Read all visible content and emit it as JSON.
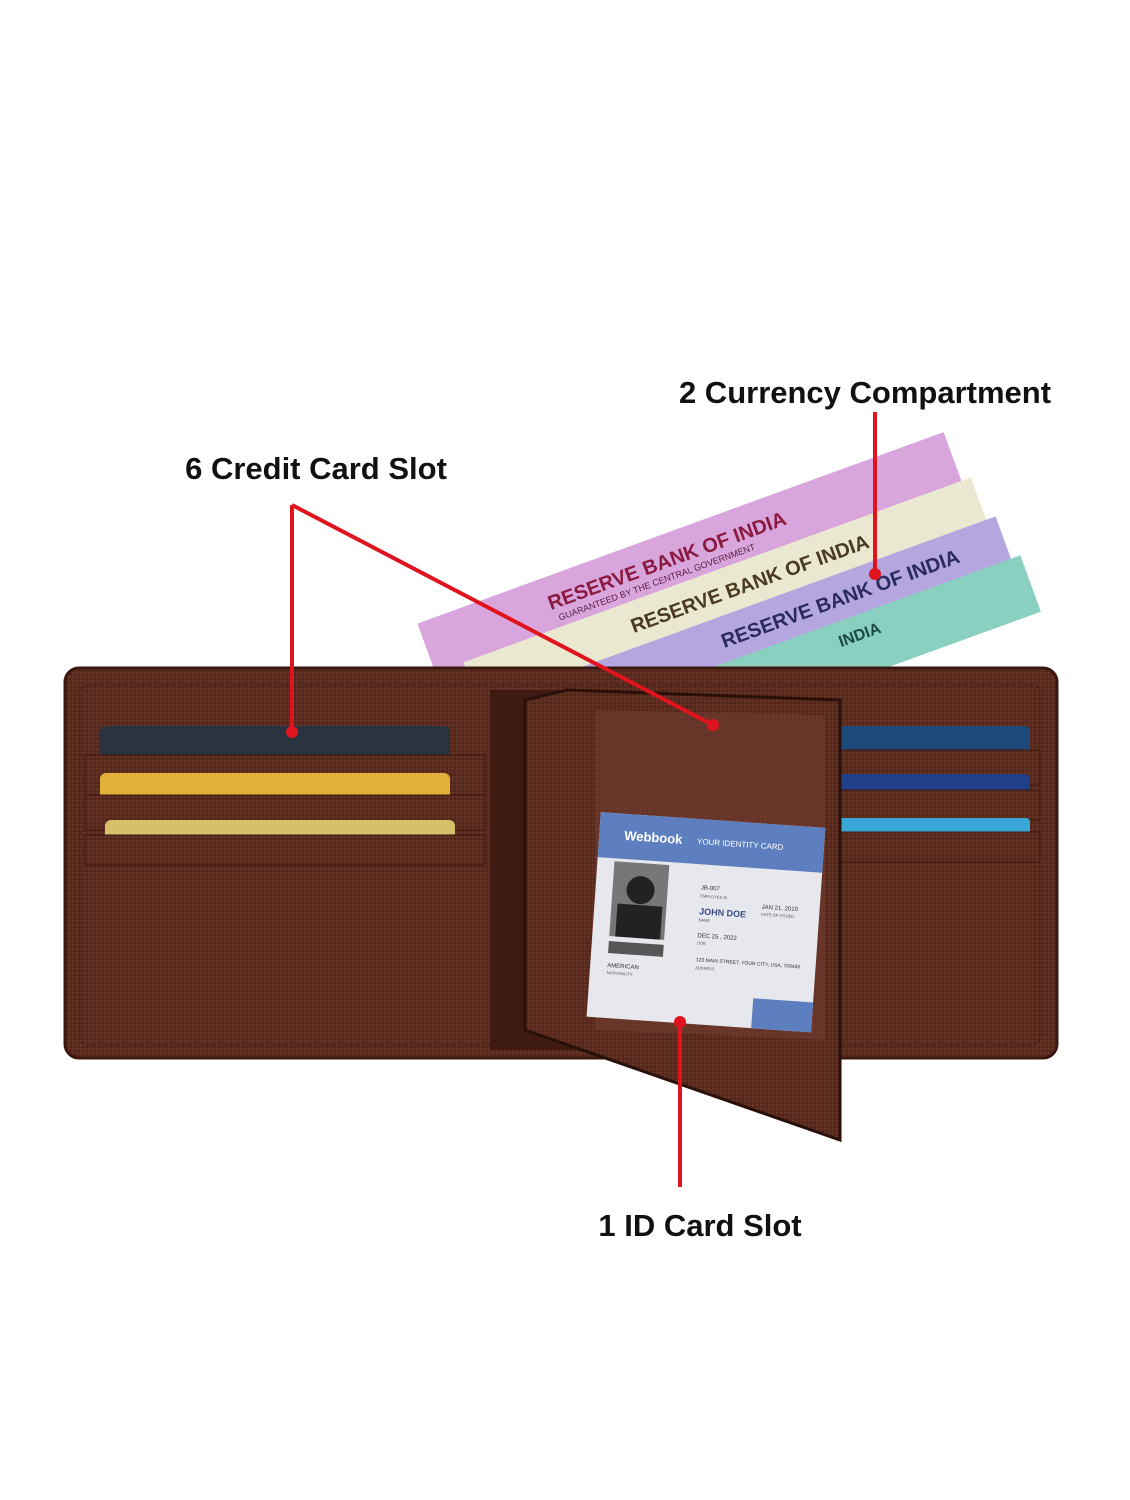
{
  "callouts": {
    "currency": "2 Currency Compartment",
    "credit_cards": "6 Credit Card Slot",
    "id_card": "1 ID Card Slot"
  },
  "banknotes": [
    "RESERVE BANK OF INDIA",
    "RESERVE BANK OF INDIA",
    "RESERVE BANK OF INDIA",
    "INDIA"
  ],
  "banknote_subtitle": "GUARANTEED BY THE CENTRAL GOVERNMENT",
  "id_card": {
    "brand": "Webbook",
    "title": "YOUR IDENTITY CARD",
    "employee_id": "JB-007",
    "employee_id_label": "EMPLOYEE ID",
    "name": "JOHN DOE",
    "name_label": "NAME",
    "issued": "JAN 21, 2010",
    "issued_label": "DATE OF ISSUED",
    "dob": "DEC 25 , 2022",
    "dob_label": "DOB",
    "address": "123 MAIN STREET, YOUR CITY, USA, 709456",
    "address_label": "ADDRESS",
    "nationality": "AMERICAN",
    "nationality_label": "NATIONALITY"
  },
  "colors": {
    "accent": "#e0141e",
    "leather": "#5b2c20",
    "id_card": "#5d7fc0"
  }
}
